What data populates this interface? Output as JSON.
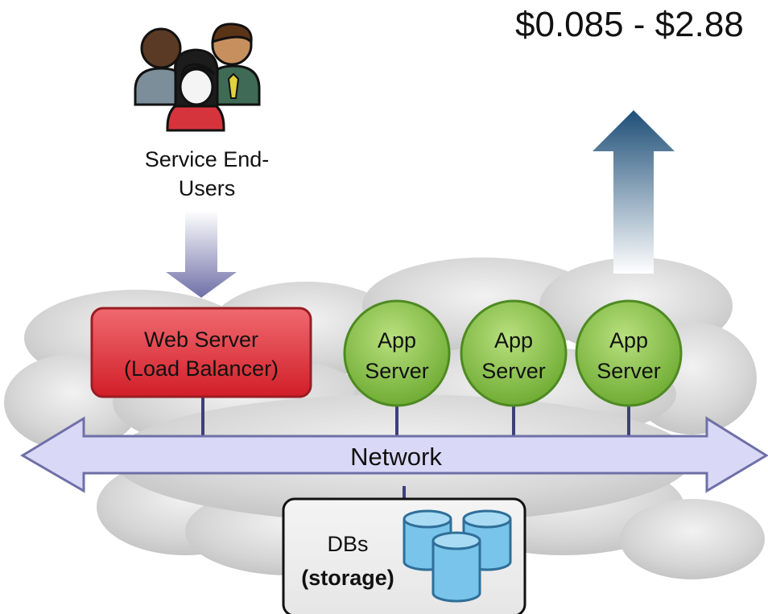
{
  "price_range": "$0.085 - $2.88",
  "users": {
    "label_line1": "Service End-",
    "label_line2": "Users"
  },
  "web_server": {
    "line1": "Web Server",
    "line2": "(Load Balancer)"
  },
  "app_servers": [
    {
      "line1": "App",
      "line2": "Server"
    },
    {
      "line1": "App",
      "line2": "Server"
    },
    {
      "line1": "App",
      "line2": "Server"
    }
  ],
  "network": {
    "label": "Network"
  },
  "storage": {
    "line1": "DBs",
    "line2": "(storage)"
  },
  "colors": {
    "web_server": "#d92b35",
    "app_server": "#78b83a",
    "network": "#d9d9f7",
    "cloud": "#d0d0d0",
    "db": "#78c4ea",
    "down_arrow": "#6f6fa8",
    "up_arrow": "#1e4f78"
  }
}
